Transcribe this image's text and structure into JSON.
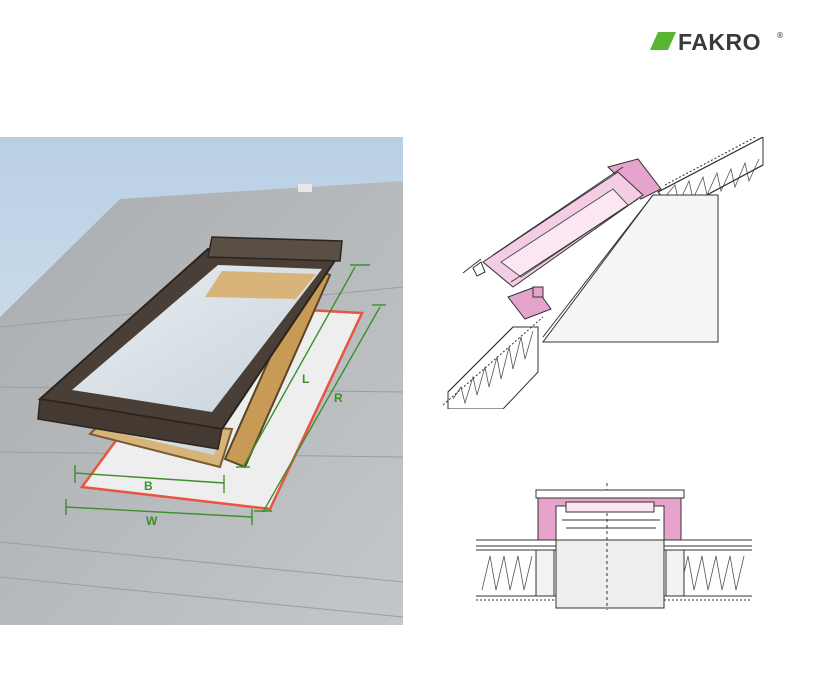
{
  "brand": {
    "name": "FAKRO",
    "registered_mark": "®",
    "accent_color": "#57b530",
    "text_color": "#3a3a3a"
  },
  "photo": {
    "dimension_labels": {
      "b": "B",
      "w": "W",
      "l": "L",
      "r": "R"
    },
    "dimension_color": "#3d8f2a",
    "flashing_outline_color": "#e8553e"
  },
  "sections": {
    "highlight_color": "#e6a3cc",
    "line_color": "#333333",
    "insulation_icon": "zigzag-insulation"
  }
}
